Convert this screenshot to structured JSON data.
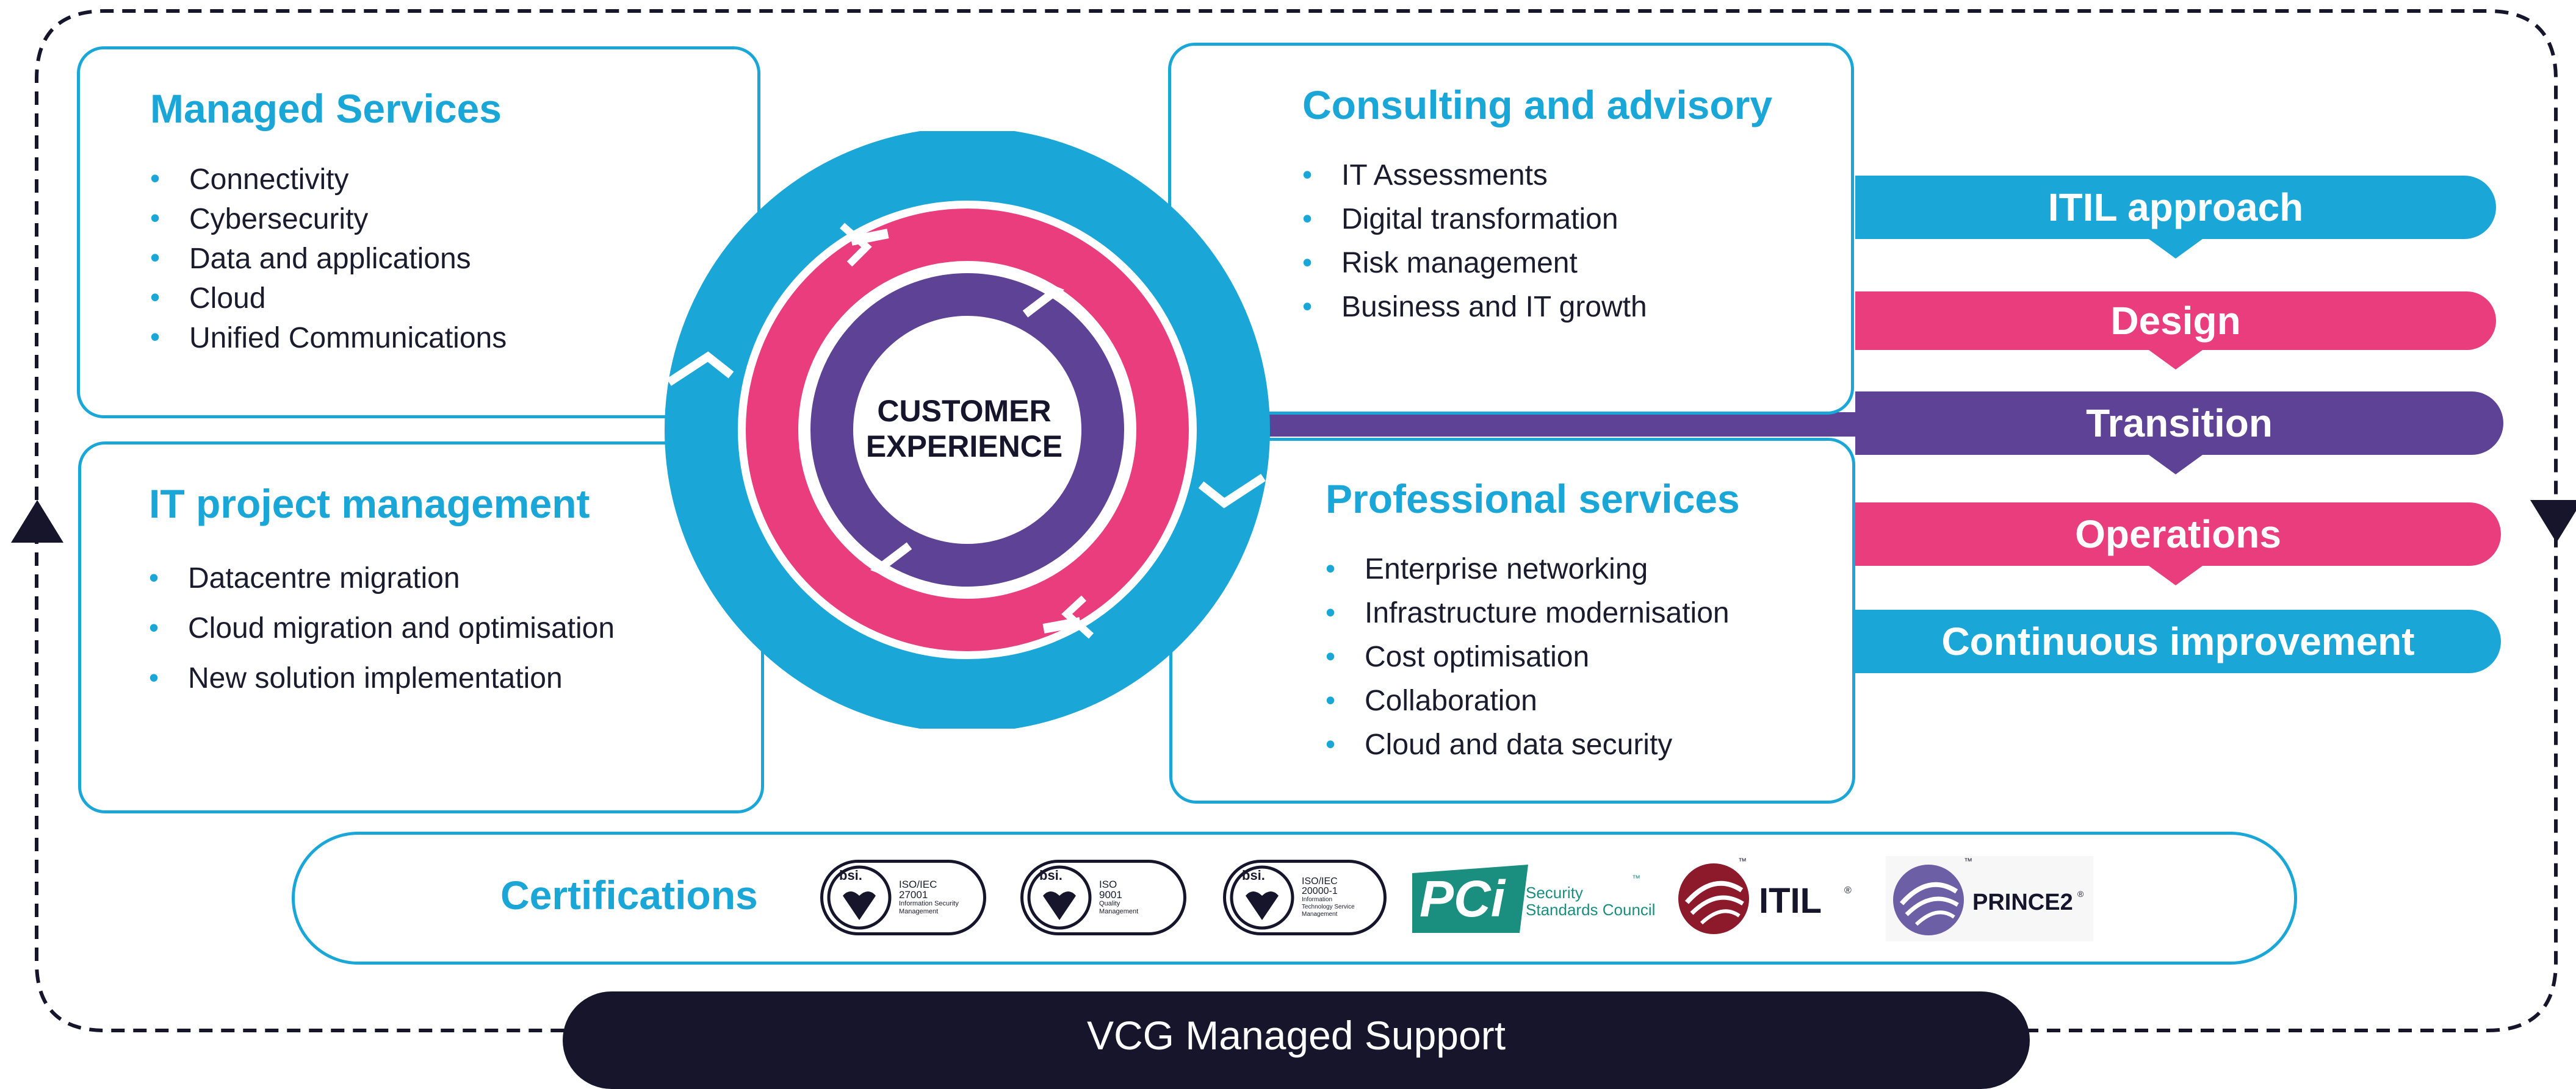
{
  "colors": {
    "blue": "#1aa7d8",
    "pink": "#e93d7e",
    "purple": "#5d4296",
    "navy": "#16152c",
    "text": "#1b1b2e"
  },
  "managed_services": {
    "title": "Managed Services",
    "items": [
      "Connectivity",
      "Cybersecurity",
      "Data and applications",
      "Cloud",
      "Unified Communications"
    ]
  },
  "it_project": {
    "title": "IT project management",
    "items": [
      "Datacentre migration",
      "Cloud migration and optimisation",
      "New solution implementation"
    ]
  },
  "consulting": {
    "title": "Consulting and advisory",
    "items": [
      "IT Assessments",
      "Digital transformation",
      "Risk management",
      "Business and IT growth"
    ]
  },
  "professional": {
    "title": "Professional services",
    "items": [
      "Enterprise networking",
      "Infrastructure modernisation",
      "Cost optimisation",
      "Collaboration",
      "Cloud and data security"
    ]
  },
  "center": {
    "line1": "CUSTOMER",
    "line2": "EXPERIENCE"
  },
  "itil_stages": [
    {
      "label": "ITIL approach",
      "color": "#1aa7d8"
    },
    {
      "label": "Design",
      "color": "#e93d7e"
    },
    {
      "label": "Transition",
      "color": "#5d4296"
    },
    {
      "label": "Operations",
      "color": "#e93d7e"
    },
    {
      "label": "Continuous improvement",
      "color": "#1aa7d8"
    }
  ],
  "certifications": {
    "label": "Certifications",
    "bsi_badges": [
      {
        "brand": "bsi.",
        "standard": "ISO/IEC",
        "number": "27001",
        "desc1": "Information Security",
        "desc2": "Management",
        "desc3": ""
      },
      {
        "brand": "bsi.",
        "standard": "ISO",
        "number": "9001",
        "desc1": "Quality",
        "desc2": "Management",
        "desc3": ""
      },
      {
        "brand": "bsi.",
        "standard": "ISO/IEC",
        "number": "20000-1",
        "desc1": "Information",
        "desc2": "Technology Service",
        "desc3": "Management"
      }
    ],
    "pci": {
      "logo": "PCi",
      "line1": "Security",
      "line2": "Standards Council",
      "tm": "™"
    },
    "itil": {
      "logo": "ITIL",
      "reg": "®",
      "tm": "™"
    },
    "prince2": {
      "logo": "PRINCE2",
      "reg": "®",
      "tm": "™"
    }
  },
  "footer": {
    "label": "VCG Managed Support"
  }
}
